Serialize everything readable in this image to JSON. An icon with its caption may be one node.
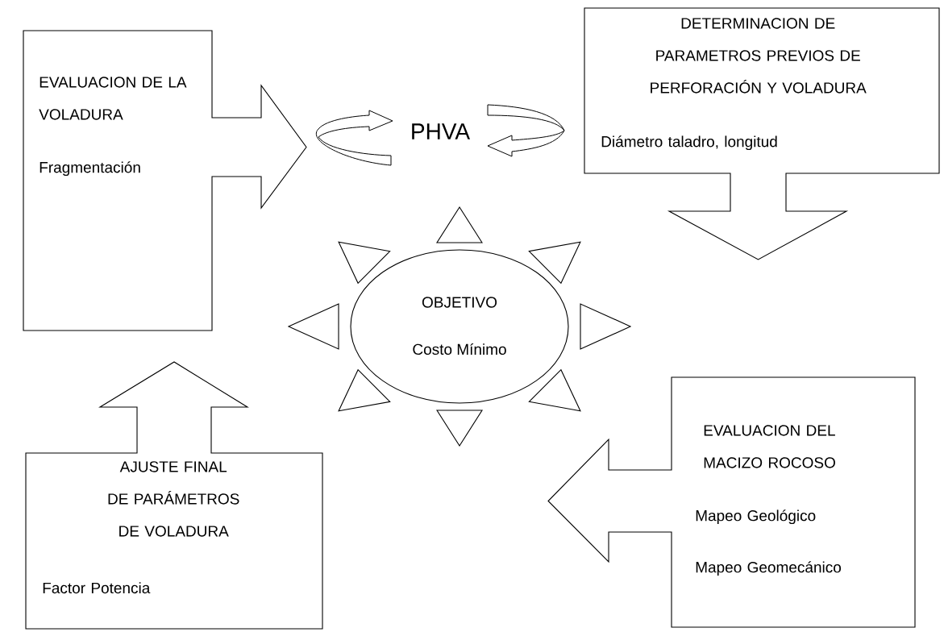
{
  "diagram": {
    "nodes": [
      {
        "text": [
          "EVALUACION DE LA VOLADURA",
          "Fragmentación"
        ]
      },
      {
        "text": [
          "DETERMINACION DE PARAMETROS PREVIOS DE PERFORACIÓN Y VOLADURA",
          "Diámetro taladro, longitud"
        ]
      },
      {
        "text": [
          "OBJETIVO",
          "Costo Mínimo"
        ]
      },
      {
        "text": [
          "AJUSTE FINAL DE PARÁMETROS DE VOLADURA",
          "Factor Potencia"
        ]
      },
      {
        "text": [
          "EVALUACION DEL MACIZO ROCOSO",
          "Mapeo Geológico",
          "Mapeo Geomecánico"
        ]
      }
    ],
    "labels": [
      "PHVA"
    ]
  }
}
